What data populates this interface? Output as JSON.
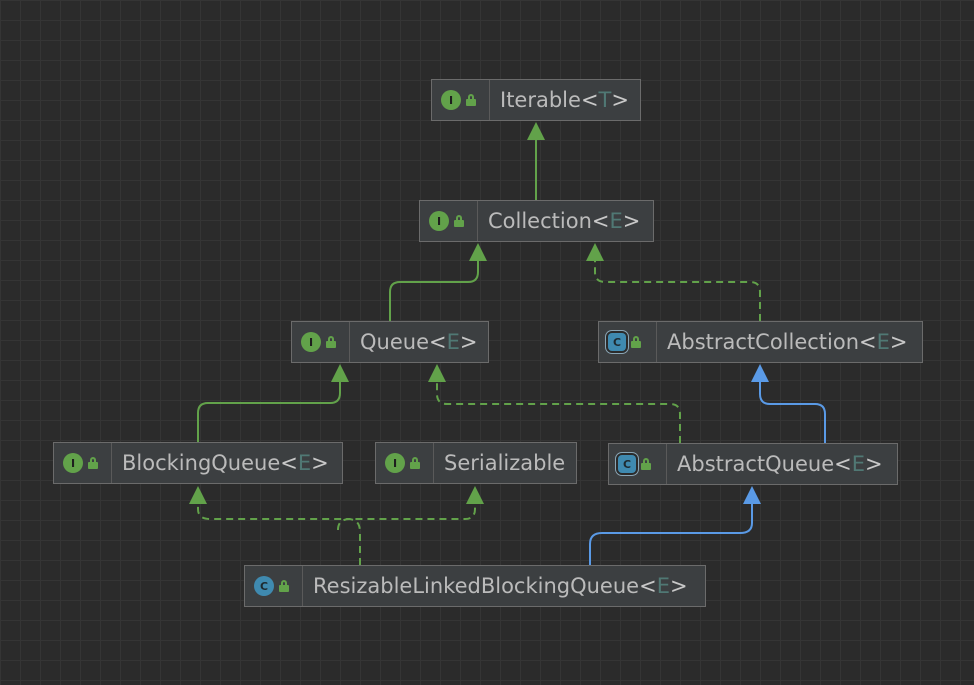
{
  "colors": {
    "background": "#2b2b2b",
    "node_fill": "#3c3f41",
    "node_border": "#6b6b6b",
    "label_text": "#bbbbbb",
    "type_param": "#507874",
    "interface_icon": "#62a24a",
    "class_icon": "#3f8ab0",
    "access_icon": "#62a24a",
    "extends_edge": "#62a24a",
    "implements_edge": "#62a24a",
    "class_extends_edge": "#5a9ae6"
  },
  "nodes": {
    "iterable": {
      "kind": "interface",
      "kind_glyph": "I",
      "access_icon": "public-lock-icon",
      "name": "Iterable",
      "type_param": "T"
    },
    "collection": {
      "kind": "interface",
      "kind_glyph": "I",
      "access_icon": "public-lock-icon",
      "name": "Collection",
      "type_param": "E"
    },
    "queue": {
      "kind": "interface",
      "kind_glyph": "I",
      "access_icon": "public-lock-icon",
      "name": "Queue",
      "type_param": "E"
    },
    "abstract_collection": {
      "kind": "abstract-class",
      "kind_glyph": "C",
      "access_icon": "public-lock-icon",
      "name": "AbstractCollection",
      "type_param": "E"
    },
    "blocking_queue": {
      "kind": "interface",
      "kind_glyph": "I",
      "access_icon": "public-lock-icon",
      "name": "BlockingQueue",
      "type_param": "E"
    },
    "serializable": {
      "kind": "interface",
      "kind_glyph": "I",
      "access_icon": "public-lock-icon",
      "name": "Serializable",
      "type_param": ""
    },
    "abstract_queue": {
      "kind": "abstract-class",
      "kind_glyph": "C",
      "access_icon": "public-lock-icon",
      "name": "AbstractQueue",
      "type_param": "E"
    },
    "resizable_linked_blocking_queue": {
      "kind": "class",
      "kind_glyph": "C",
      "access_icon": "public-lock-icon",
      "name": "ResizableLinkedBlockingQueue",
      "type_param": "E"
    }
  },
  "edges": [
    {
      "from": "collection",
      "to": "iterable",
      "relation": "extends"
    },
    {
      "from": "queue",
      "to": "collection",
      "relation": "extends"
    },
    {
      "from": "abstract_collection",
      "to": "collection",
      "relation": "implements"
    },
    {
      "from": "blocking_queue",
      "to": "queue",
      "relation": "extends"
    },
    {
      "from": "abstract_queue",
      "to": "queue",
      "relation": "implements"
    },
    {
      "from": "abstract_queue",
      "to": "abstract_collection",
      "relation": "class-extends"
    },
    {
      "from": "resizable_linked_blocking_queue",
      "to": "blocking_queue",
      "relation": "implements"
    },
    {
      "from": "resizable_linked_blocking_queue",
      "to": "serializable",
      "relation": "implements"
    },
    {
      "from": "resizable_linked_blocking_queue",
      "to": "abstract_queue",
      "relation": "class-extends"
    }
  ]
}
